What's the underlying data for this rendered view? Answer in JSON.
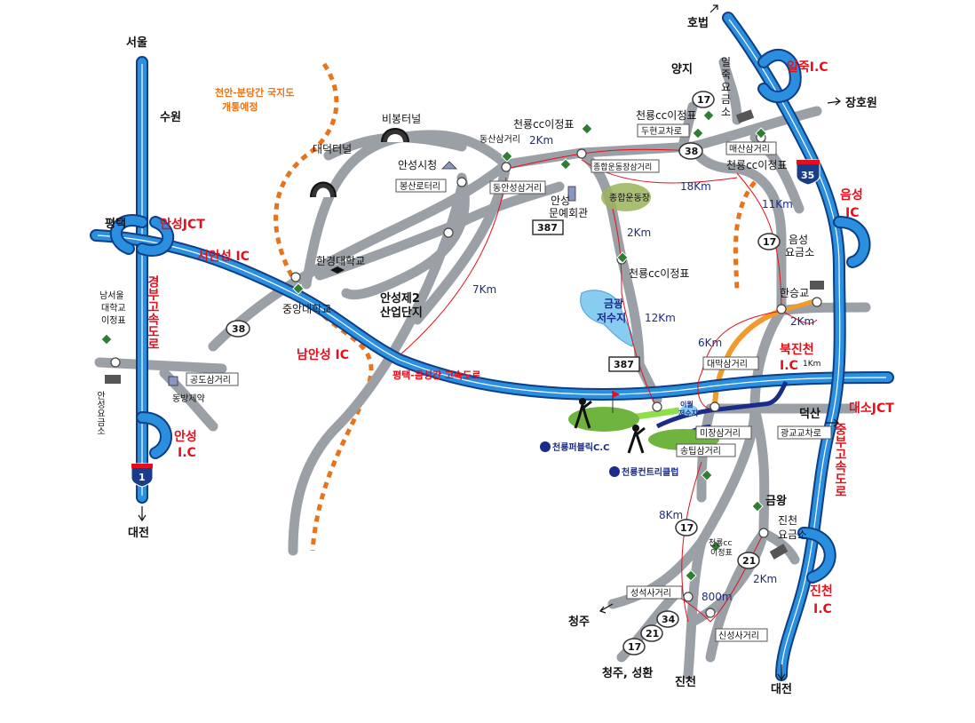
{
  "colors": {
    "road": "#9aa0a6",
    "expressway": "#1f77c8",
    "expressway_edge": "#0d3e86",
    "planned_road": "#e8731a",
    "route_red": "#e3101c",
    "golf_green": "#6fb43f",
    "reservoir": "#87cdf2",
    "route_blue": "#1a2c8a"
  },
  "places": {
    "seoul": "서울",
    "suwon": "수원",
    "pyeongtaek": "평택",
    "daejeon_left": "대전",
    "hobeop": "호법",
    "yangji": "양지",
    "janghowon": "장호원",
    "deoksan": "덕산",
    "cheongju": "청주",
    "cheongju_seonghwan": "청주, 성환",
    "jincheon": "진천",
    "daejeon_right": "대전",
    "geumwang": "금왕"
  },
  "expressways": {
    "gyeongbu": "경부고속도로",
    "jungbu": "중부고속도로",
    "pyeongtaek_eumseong": "평택-음성간 고속도로",
    "planned_road": "천안-분당간 국지도\n개통예정",
    "planned_road_line1": "천안-분당간 국지도",
    "planned_road_line2": "개통예정"
  },
  "interchanges": {
    "anseong_jct": "안성JCT",
    "seoanseong_ic": "서안성 IC",
    "namanseong_ic": "남안성 IC",
    "anseong_ic_1": "안성",
    "anseong_ic_2": "I.C",
    "iljuk_ic": "일죽I.C",
    "eumseong_ic_1": "음성",
    "eumseong_ic_2": "IC",
    "bukjincheon_ic_1": "북진천",
    "bukjincheon_ic_2": "I.C",
    "daeso_jct": "대소JCT",
    "jincheon_ic_1": "진천",
    "jincheon_ic_2": "I.C"
  },
  "tunnels": {
    "bibong": "비봉터널",
    "daedeok": "대덕터널"
  },
  "labels": {
    "anseong_cityhall": "안성시청",
    "dongsan_rotary": "봉산로터리",
    "dongan_junction": "동안성삼거리",
    "dongsan_junction": "동산삼거리",
    "cheonryong_sign_a": "천룡cc이정표",
    "cheonryong_sign_b": "천룡cc이정표",
    "cheonryong_sign_c": "천룡cc이정표",
    "cheonryong_sign_d": "천룡cc이정표",
    "cheonryong_sign_e": "천룡cc",
    "cheonryong_sign_e2": "이정표",
    "sports_junction": "종합운동장삼거리",
    "sports_complex": "종합운동장",
    "culture_hall_1": "안성",
    "culture_hall_2": "문예회관",
    "duhyeon_junction": "두현교차로",
    "maesan_junction": "매산삼거리",
    "iljuk_toll_1": "일",
    "iljuk_toll_2": "죽",
    "iljuk_toll_3": "요",
    "iljuk_toll_4": "금",
    "iljuk_toll_5": "소",
    "eumseong_toll_1": "음성",
    "eumseong_toll_2": "요금소",
    "hansan": "한승교",
    "hankyong_univ": "한경대학교",
    "chungang_univ": "중앙대학교",
    "industrial_1": "안성제2",
    "industrial_2": "산업단지",
    "reservoir_1": "금광",
    "reservoir_2": "저수지",
    "namseoul_1": "남서울",
    "namseoul_2": "대학교",
    "namseoul_3": "이정표",
    "anseong_toll": "안성요금소",
    "gongdo_junction": "공도삼거리",
    "dongbang": "동방제약",
    "daemak_junction": "대막삼거리",
    "mijang_junction": "미장삼거리",
    "songtip_junction": "송팁삼거리",
    "gwanggyo_rotary": "광교교차로",
    "seongseok_junction": "성석사거리",
    "sinseong_junction": "신성사거리",
    "jincheon_toll_1": "진천",
    "jincheon_toll_2": "요금소",
    "golf_public": "천룡퍼블릭C.C",
    "golf_country": "천룡컨트리클럽",
    "igeol_1": "이월",
    "igeol_2": "저수지"
  },
  "distances": {
    "d_2km_top": "2Km",
    "d_18km": "18Km",
    "d_11km": "11Km",
    "d_2km_mid": "2Km",
    "d_7km": "7Km",
    "d_12km": "12Km",
    "d_6km": "6Km",
    "d_2km_right": "2Km",
    "d_1km": "1Km",
    "d_8km": "8Km",
    "d_2km_bottom": "2Km",
    "d_800m": "800m"
  },
  "route_numbers": {
    "r38_top": "38",
    "r387_a": "387",
    "r387_b": "387",
    "r38_left": "38",
    "r17_top": "17",
    "r17_mid": "17",
    "r17_bottom": "17",
    "r21_a": "21",
    "r21_b": "21",
    "r34": "34",
    "r35": "35",
    "r1": "1"
  }
}
